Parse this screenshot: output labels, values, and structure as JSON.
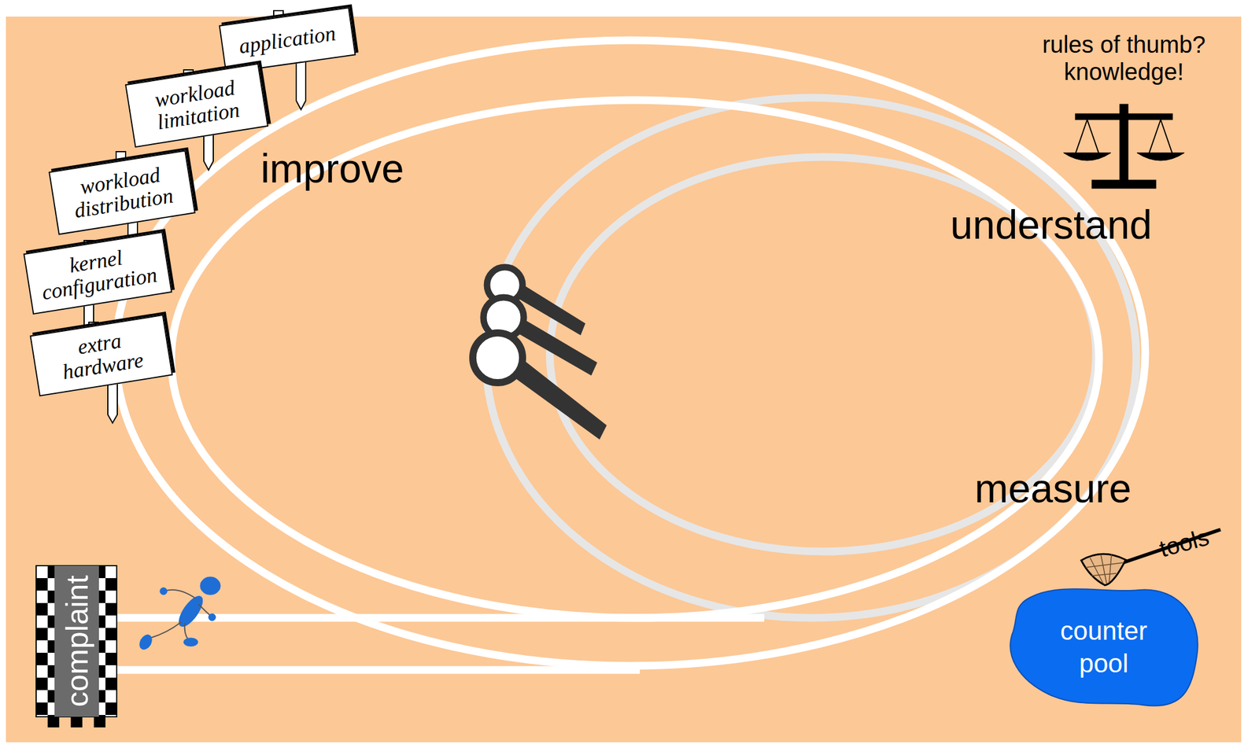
{
  "diagram": {
    "nodes": [
      {
        "text": [
          "application"
        ]
      },
      {
        "text": [
          "workload limitation"
        ]
      },
      {
        "text": [
          "workload distribution"
        ]
      },
      {
        "text": [
          "kernel configuration"
        ]
      },
      {
        "text": [
          "extra hardware"
        ]
      },
      {
        "text": [
          "complaint"
        ]
      },
      {
        "text": [
          "counter pool"
        ]
      }
    ],
    "labels": [
      "improve",
      "understand",
      "measure",
      "rules of thumb? knowledge!",
      "tools"
    ]
  }
}
